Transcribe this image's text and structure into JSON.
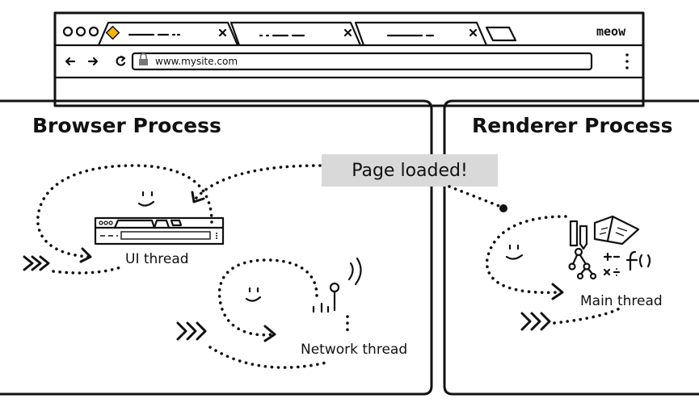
{
  "browser_window": {
    "brand": "meow",
    "url": "www.mysite.com",
    "tabs": [
      {
        "id": "tab-1",
        "favicon_color": "#F5B800"
      },
      {
        "id": "tab-2"
      },
      {
        "id": "tab-3"
      }
    ]
  },
  "browser_process": {
    "title": "Browser Process",
    "ui_thread_label": "UI thread",
    "network_thread_label": "Network thread"
  },
  "renderer_process": {
    "title": "Renderer Process",
    "main_thread_label": "Main thread"
  },
  "message": {
    "text": "Page loaded!",
    "box_color": "#D9D9D9"
  }
}
